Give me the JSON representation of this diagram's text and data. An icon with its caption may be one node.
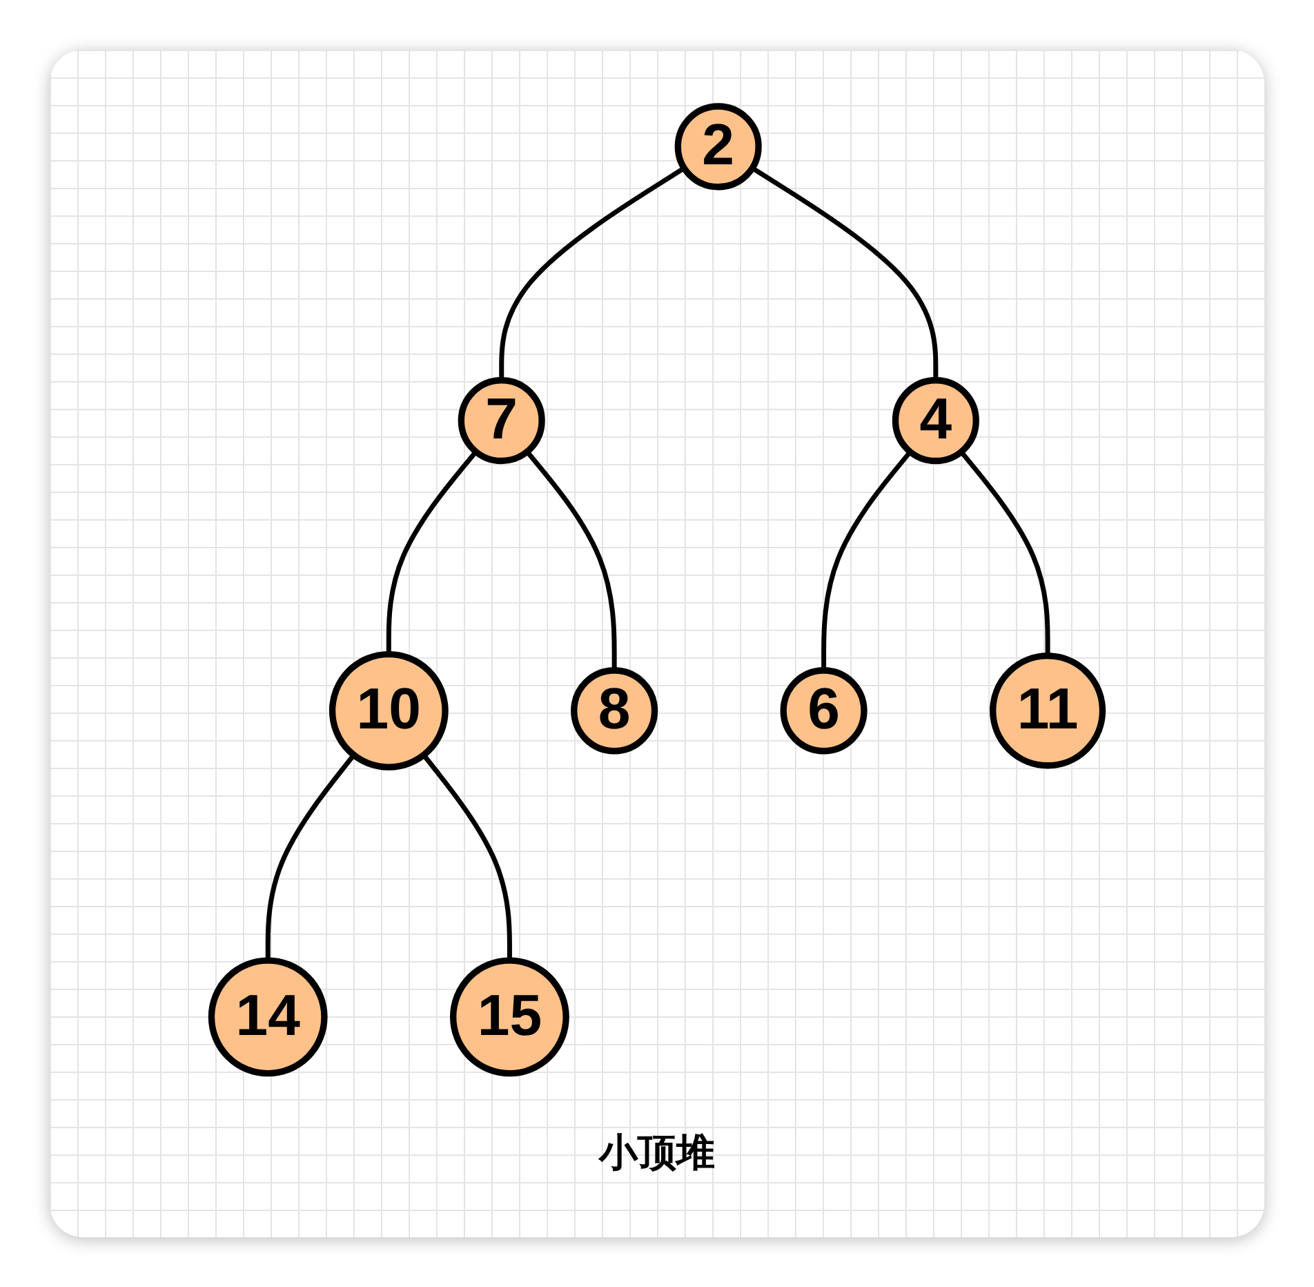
{
  "diagram": {
    "caption": "小顶堆",
    "nodes": [
      {
        "text": [
          "2"
        ]
      },
      {
        "text": [
          "7"
        ]
      },
      {
        "text": [
          "4"
        ]
      },
      {
        "text": [
          "10"
        ]
      },
      {
        "text": [
          "8"
        ]
      },
      {
        "text": [
          "6"
        ]
      },
      {
        "text": [
          "11"
        ]
      },
      {
        "text": [
          "14"
        ]
      },
      {
        "text": [
          "15"
        ]
      }
    ],
    "edges": [
      {
        "from": 0,
        "to": 1,
        "arrow": "none"
      },
      {
        "from": 0,
        "to": 2,
        "arrow": "none"
      },
      {
        "from": 1,
        "to": 3,
        "arrow": "none"
      },
      {
        "from": 1,
        "to": 4,
        "arrow": "none"
      },
      {
        "from": 2,
        "to": 5,
        "arrow": "none"
      },
      {
        "from": 2,
        "to": 6,
        "arrow": "none"
      },
      {
        "from": 3,
        "to": 7,
        "arrow": "none"
      },
      {
        "from": 3,
        "to": 8,
        "arrow": "none"
      }
    ]
  }
}
